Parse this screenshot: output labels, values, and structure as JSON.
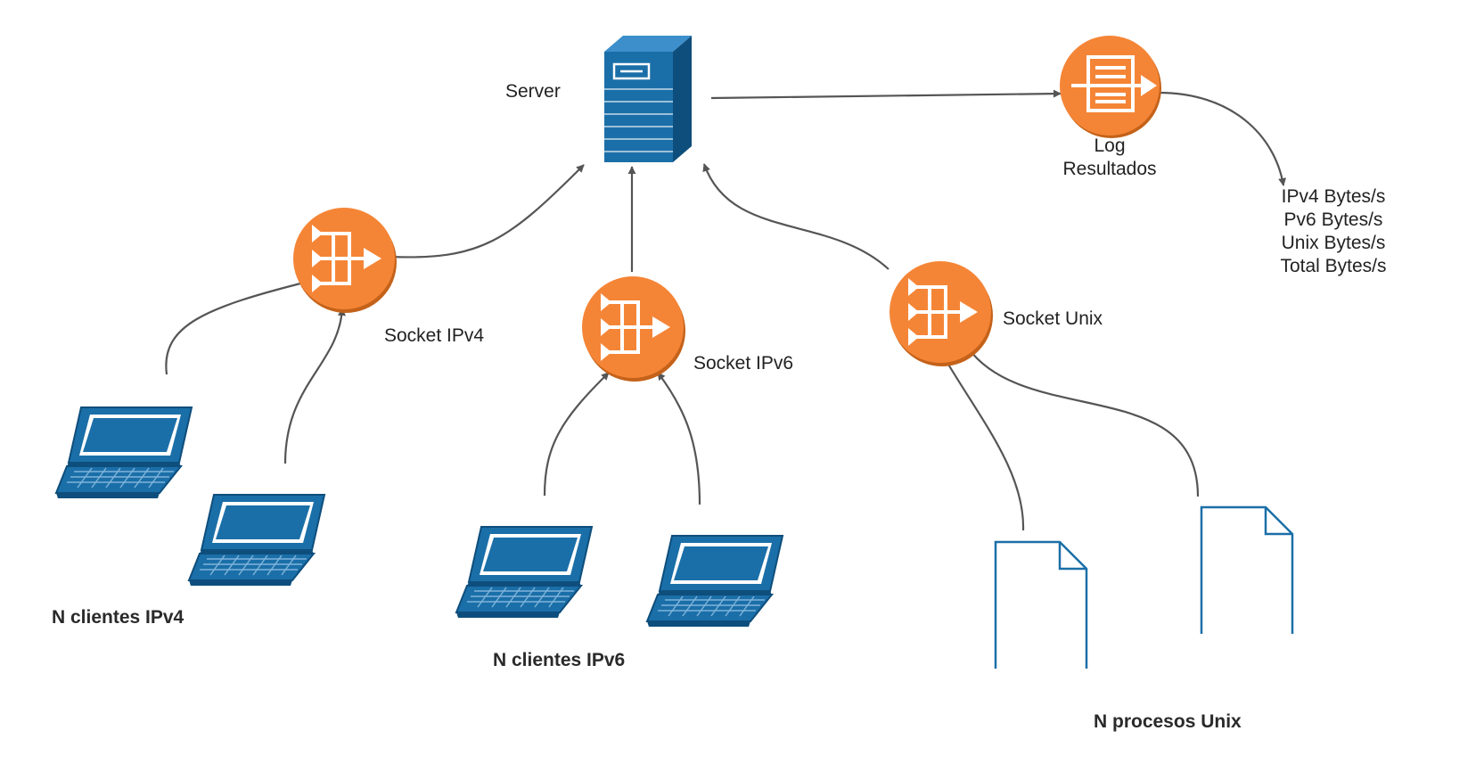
{
  "diagram": {
    "nodes": {
      "server": {
        "label": "Server",
        "icon": "server-tower-icon"
      },
      "log": {
        "label_line1": "Log",
        "label_line2": "Resultados",
        "icon": "log-results-icon"
      },
      "socket_ipv4": {
        "label": "Socket IPv4",
        "icon": "socket-router-icon"
      },
      "socket_ipv6": {
        "label": "Socket IPv6",
        "icon": "socket-router-icon"
      },
      "socket_unix": {
        "label": "Socket Unix",
        "icon": "socket-router-icon"
      }
    },
    "output_metrics": [
      "IPv4 Bytes/s",
      "Pv6 Bytes/s",
      "Unix Bytes/s",
      "Total Bytes/s"
    ],
    "groups": {
      "ipv4_clients": {
        "label": "N clientes IPv4",
        "icon": "laptop-icon"
      },
      "ipv6_clients": {
        "label": "N clientes IPv6",
        "icon": "laptop-icon"
      },
      "unix_processes": {
        "label": "N procesos Unix",
        "icon": "document-icon"
      }
    }
  },
  "colors": {
    "router_orange": "#F58536",
    "router_orange_dark": "#D86A1E",
    "device_blue": "#1B6FA8",
    "device_blue_dark": "#0E4E7C",
    "connector_gray": "#555555"
  }
}
